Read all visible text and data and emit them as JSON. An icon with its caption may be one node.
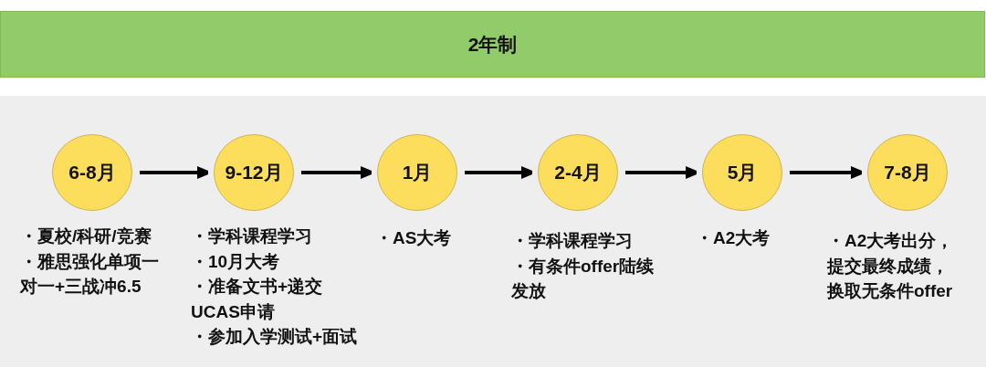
{
  "diagram": {
    "title": "2年制",
    "nodes": [
      {
        "text": [
          "6-8月"
        ],
        "beside": [
          "・夏校/科研/竞赛",
          "・雅思强化单项一对一+三战冲6.5"
        ]
      },
      {
        "text": [
          "9-12月"
        ],
        "beside": [
          "・学科课程学习",
          "・10月大考",
          "・准备文书+递交UCAS申请",
          "・参加入学测试+面试"
        ]
      },
      {
        "text": [
          "1月"
        ],
        "beside": [
          "・AS大考"
        ]
      },
      {
        "text": [
          "2-4月"
        ],
        "beside": [
          "・学科课程学习",
          "・有条件offer陆续发放"
        ]
      },
      {
        "text": [
          "5月"
        ],
        "beside": [
          "・A2大考"
        ]
      },
      {
        "text": [
          "7-8月"
        ],
        "beside": [
          "・A2大考出分，提交最终成绩，换取无条件offer"
        ]
      }
    ],
    "edges": [
      {
        "from": 0,
        "to": 1,
        "arrow": "to"
      },
      {
        "from": 1,
        "to": 2,
        "arrow": "to"
      },
      {
        "from": 2,
        "to": 3,
        "arrow": "to"
      },
      {
        "from": 3,
        "to": 4,
        "arrow": "to"
      },
      {
        "from": 4,
        "to": 5,
        "arrow": "to"
      }
    ]
  }
}
